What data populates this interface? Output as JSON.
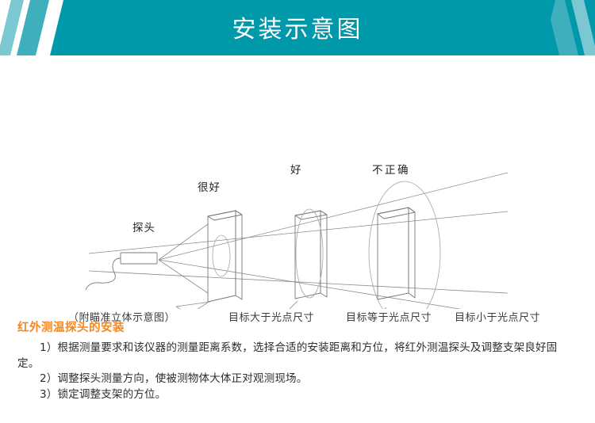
{
  "header": {
    "title": "安装示意图",
    "band_color": "#0099aa",
    "stripe_color_1": "#3fafbd",
    "stripe_color_2": "#7cc8d2",
    "background": "#ffffff"
  },
  "diagram": {
    "name": "aiming-stereo-diagram",
    "line_color": "#6d6e71",
    "labels": {
      "probe": "探头",
      "very_good": "很好",
      "good": "好",
      "incorrect": "不正确"
    },
    "targets": [
      {
        "id": "target-1",
        "quality": "很好",
        "caption": "目标大于光点尺寸"
      },
      {
        "id": "target-2",
        "quality": "好",
        "caption": "目标等于光点尺寸"
      },
      {
        "id": "target-3",
        "quality": "不正确",
        "caption": "目标小于光点尺寸"
      }
    ],
    "figure_caption": "（附瞄准立体示意图）"
  },
  "captions": {
    "figure": "（附瞄准立体示意图）",
    "target_larger": "目标大于光点尺寸",
    "target_equal": "目标等于光点尺寸",
    "target_smaller": "目标小于光点尺寸"
  },
  "content": {
    "section_title": "红外测温探头的安装",
    "section_title_color": "#f5871f",
    "items": [
      "1）根据测量要求和该仪器的测量距离系数，选择合适的安装距离和方位，将红外测温探头及调整支架良好固定。",
      "2）调整探头测量方向，使被测物体大体正对观测现场。",
      "3）锁定调整支架的方位。"
    ]
  }
}
